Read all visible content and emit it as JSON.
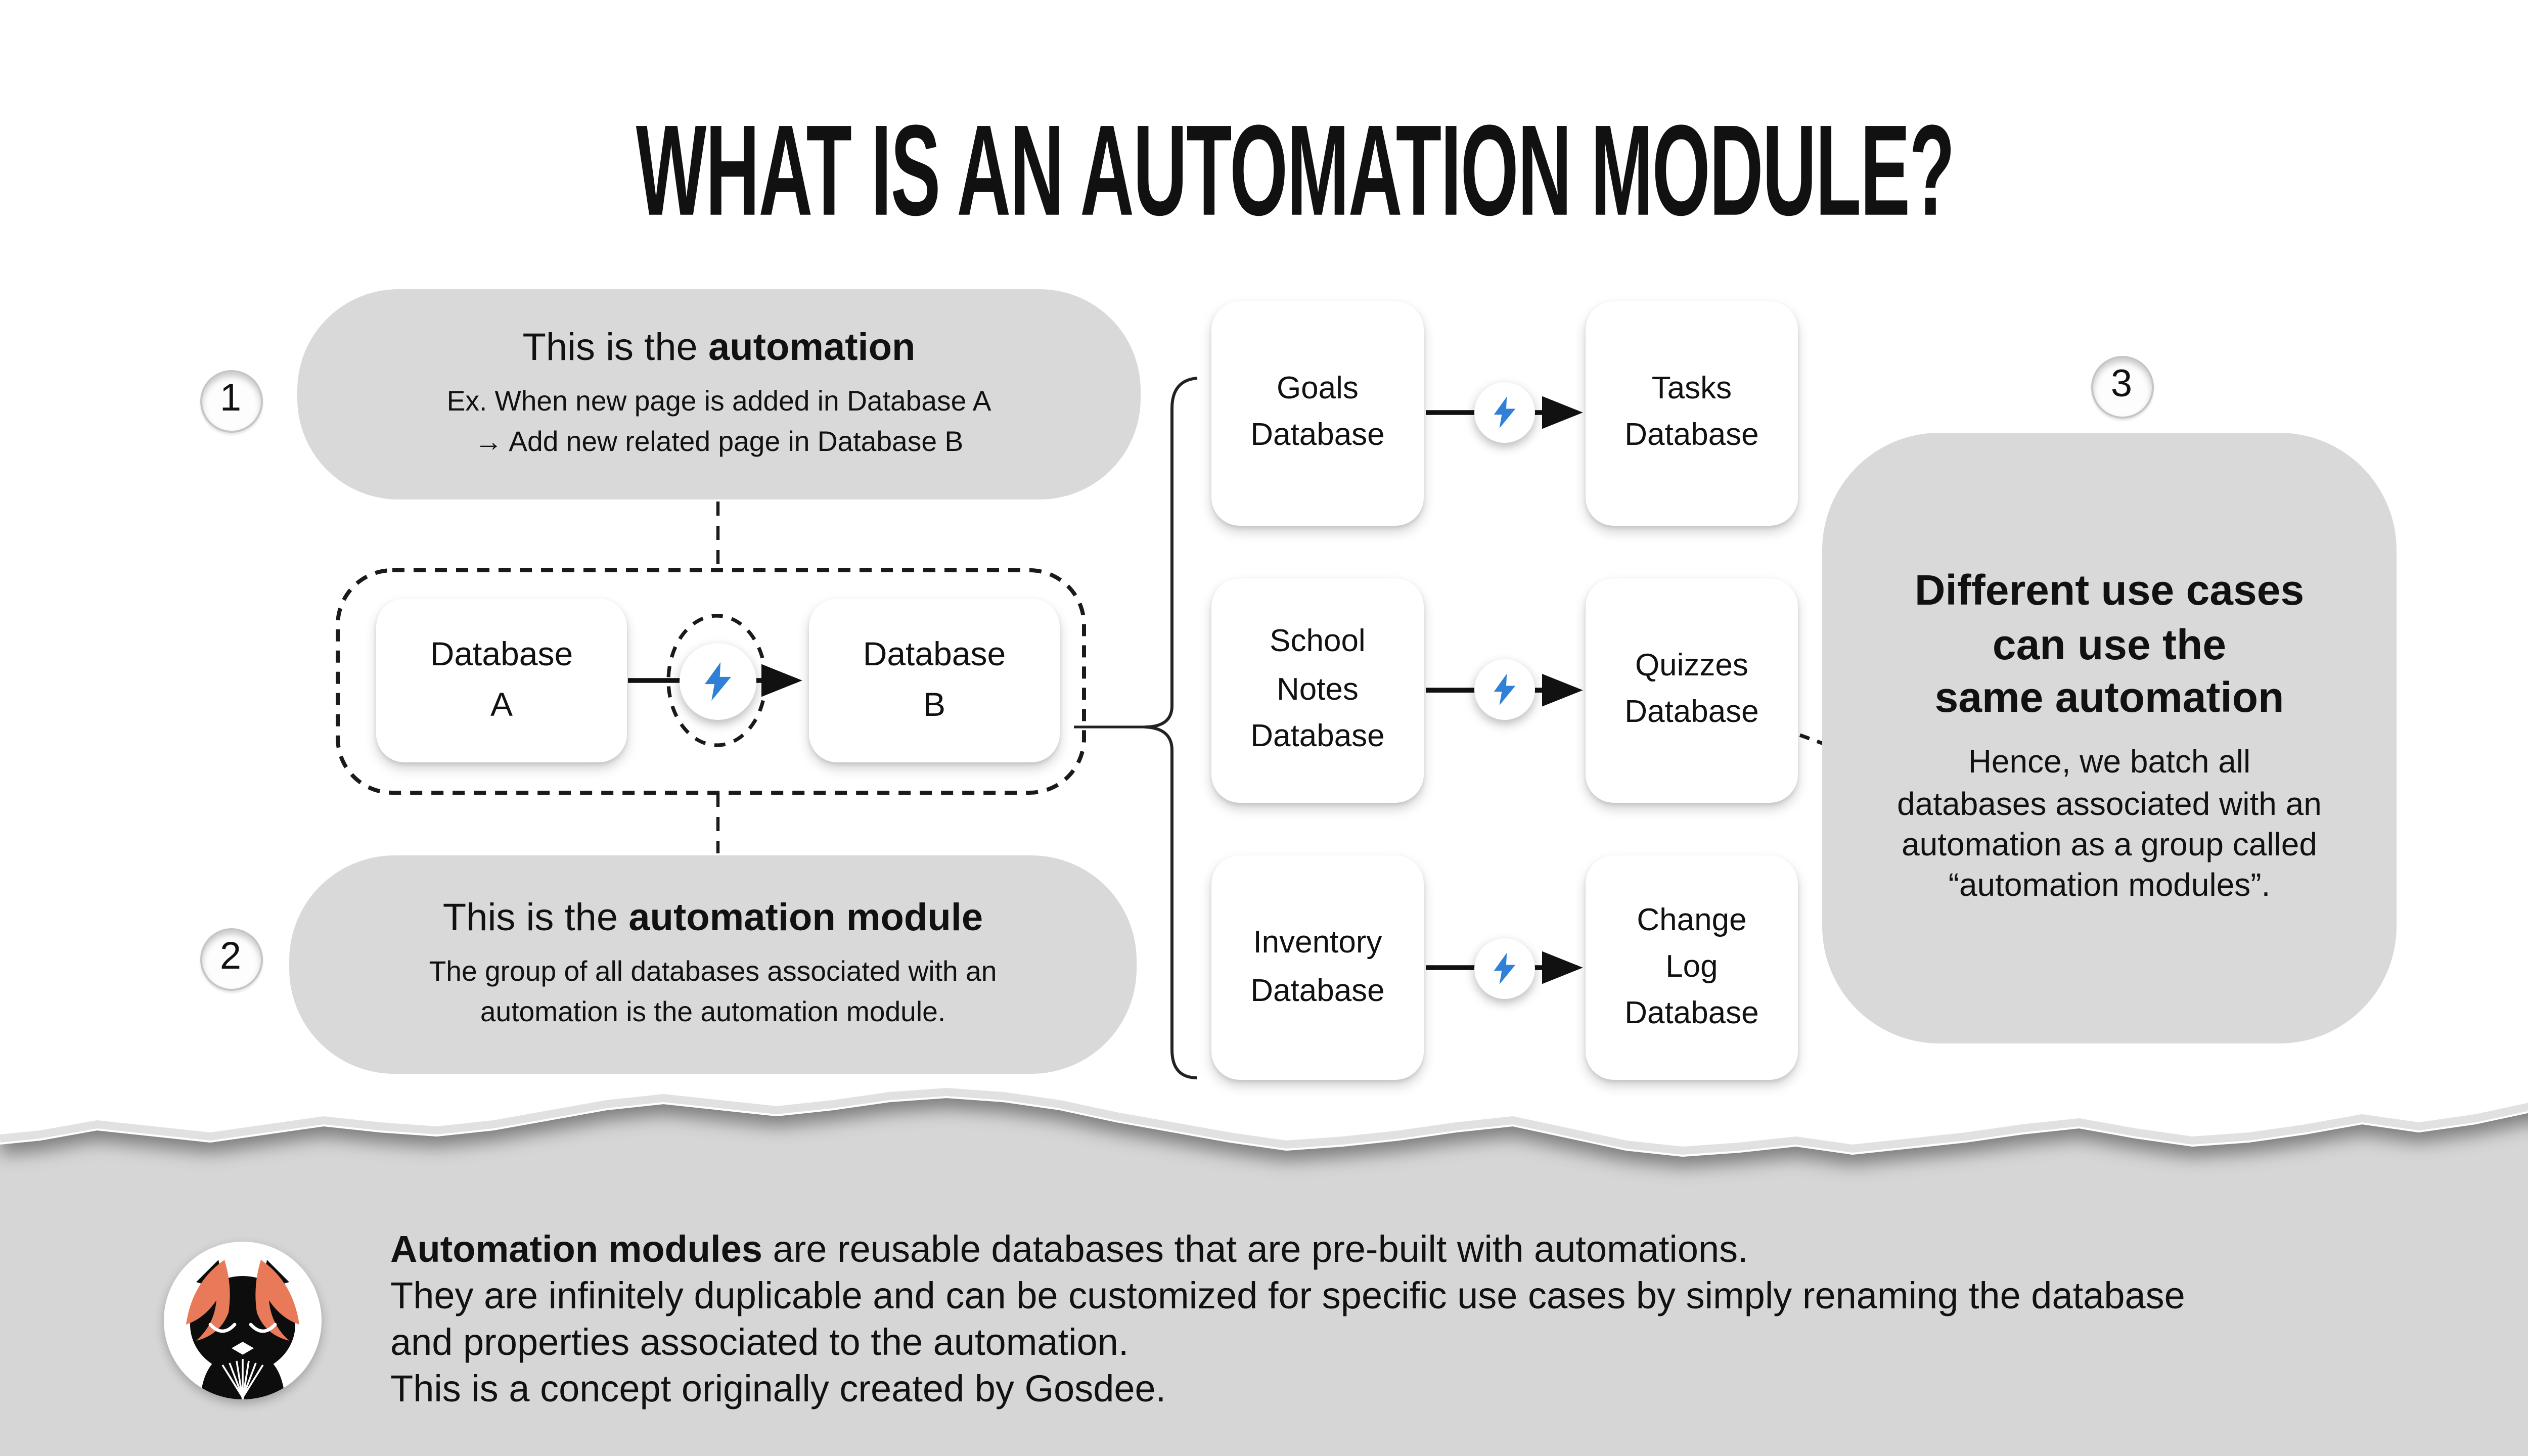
{
  "title": "WHAT IS AN AUTOMATION MODULE?",
  "step1": {
    "number": "1",
    "lead": "This is the ",
    "lead_bold": "automation",
    "desc1": "Ex. When new page is added in Database A",
    "desc2": "→ Add new related page in Database B"
  },
  "step2": {
    "number": "2",
    "lead": "This is the ",
    "lead_bold": "automation module",
    "desc1": "The group of all databases associated with an",
    "desc2": "automation is the automation module."
  },
  "step3": {
    "number": "3",
    "heading1": "Different use cases",
    "heading2": "can use the",
    "heading3": "same automation",
    "body1": "Hence, we batch all",
    "body2": "databases associated with an",
    "body3": "automation as a group called",
    "body4": "“automation modules”."
  },
  "module_example": {
    "db_a": "Database\nA",
    "db_b": "Database\nB"
  },
  "use_cases": [
    {
      "source": "Goals\nDatabase",
      "target": "Tasks\nDatabase"
    },
    {
      "source": "School\nNotes\nDatabase",
      "target": "Quizzes\nDatabase"
    },
    {
      "source": "Inventory\nDatabase",
      "target": "Change\nLog\nDatabase"
    }
  ],
  "footer": {
    "line1_bold": "Automation modules",
    "line1_rest": " are reusable databases that are pre-built with automations.",
    "line2": "They are infinitely duplicable and can be customized for specific use cases by simply renaming the database",
    "line3": "and properties associated to the automation.",
    "line4": "This is a concept originally created by Gosdee."
  },
  "icons": {
    "lightning": "lightning-bolt-icon",
    "avatar": "meditating-cat-avatar"
  },
  "colors": {
    "accent_blue": "#2f80d6",
    "bubble_gray": "#d9d9d9",
    "band_gray": "#d6d6d6",
    "wing_salmon": "#e87a5a",
    "paper_white": "#ffffff"
  }
}
